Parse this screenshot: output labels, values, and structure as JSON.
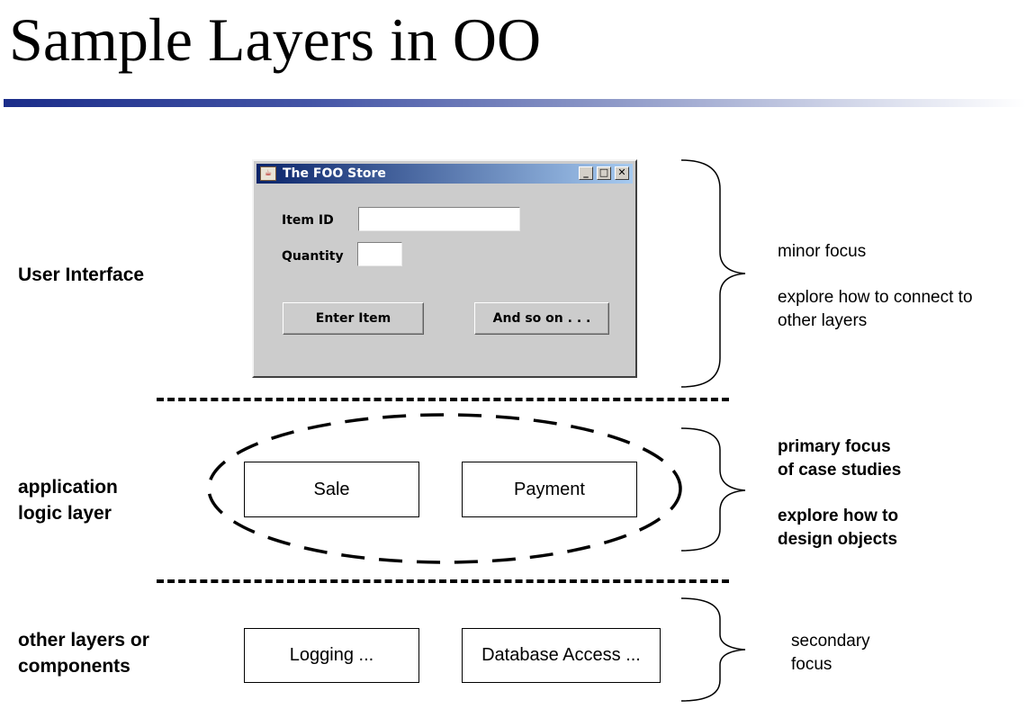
{
  "slide": {
    "title": "Sample Layers in OO"
  },
  "layers": {
    "ui": {
      "label": "User Interface",
      "notes": [
        "minor focus",
        "explore how to connect to\nother layers"
      ]
    },
    "logic": {
      "label": "application\nlogic layer",
      "notes": [
        "primary focus\nof case studies",
        "explore how to\ndesign objects"
      ]
    },
    "other": {
      "label": "other layers or\ncomponents",
      "notes": [
        "secondary\nfocus"
      ]
    }
  },
  "window": {
    "title": "The FOO Store",
    "icon": "java-cup-icon",
    "controls": [
      "_",
      "□",
      "✕"
    ],
    "fields": {
      "item_id_label": "Item ID",
      "item_id_value": "",
      "quantity_label": "Quantity",
      "quantity_value": ""
    },
    "buttons": {
      "enter_item": "Enter Item",
      "and_so_on": "And so on . . ."
    }
  },
  "boxes": {
    "sale": "Sale",
    "payment": "Payment",
    "logging": "Logging ...",
    "database_access": "Database Access ..."
  },
  "colors": {
    "title_bar_start": "#1b2d8a",
    "window_title_start": "#0a246a",
    "window_title_end": "#a6caf0",
    "window_bg": "#cccccc"
  }
}
